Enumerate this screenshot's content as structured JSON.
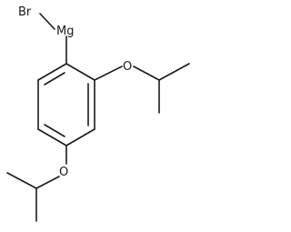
{
  "molecule": {
    "atoms": {
      "bromine": "Br",
      "magnesium": "Mg",
      "oxygen_upper": "O",
      "oxygen_lower": "O"
    }
  }
}
